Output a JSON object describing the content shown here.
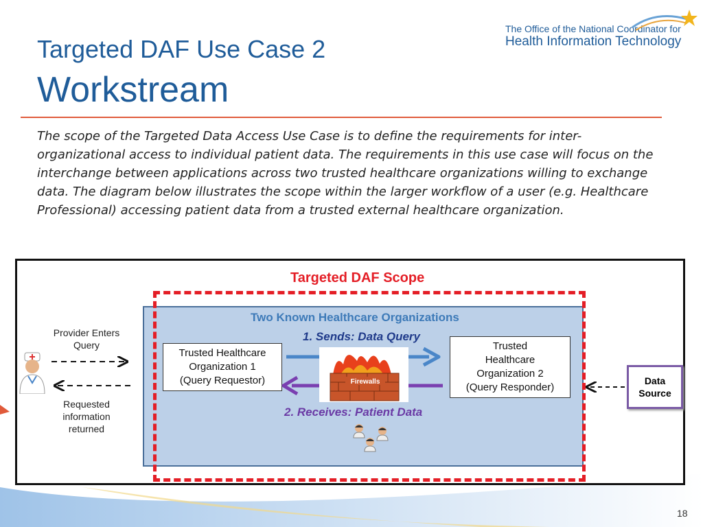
{
  "header": {
    "title_line1": "Targeted DAF Use Case 2",
    "title_line2": "Workstream"
  },
  "logo": {
    "line1": "The Office of the National Coordinator for",
    "line2": "Health Information Technology"
  },
  "body_text": "The scope of the Targeted Data Access Use Case is to define the requirements for inter-organizational access to individual patient data. The requirements in this use case will focus on the interchange between applications across two trusted healthcare organizations willing to exchange data. The diagram below illustrates the scope within the larger workflow of a user (e.g. Healthcare Professional) accessing patient data from a trusted external healthcare organization.",
  "diagram": {
    "scope_label": "Targeted DAF Scope",
    "panel_title": "Two Known Healthcare Organizations",
    "sends_label": "1. Sends:  Data Query",
    "receives_label": "2. Receives:  Patient Data",
    "org1": {
      "line1": "Trusted  Healthcare",
      "line2": "Organization  1",
      "line3": "(Query Requestor)"
    },
    "org2": {
      "line1": "Trusted",
      "line2": "Healthcare",
      "line3": "Organization  2",
      "line4": "(Query Responder)"
    },
    "firewall_label": "Firewalls",
    "provider_label_line1": "Provider Enters",
    "provider_label_line2": "Query",
    "returned_label_line1": "Requested",
    "returned_label_line2": "information",
    "returned_label_line3": "returned",
    "data_source_line1": "Data",
    "data_source_line2": "Source",
    "colors": {
      "scope_red": "#e41e26",
      "panel_blue": "#bcd0e8",
      "send_arrow": "#4a86c8",
      "receive_arrow": "#7a3fb0",
      "title_blue": "#1f5c99"
    }
  },
  "footer": {
    "slide_number": "18"
  }
}
